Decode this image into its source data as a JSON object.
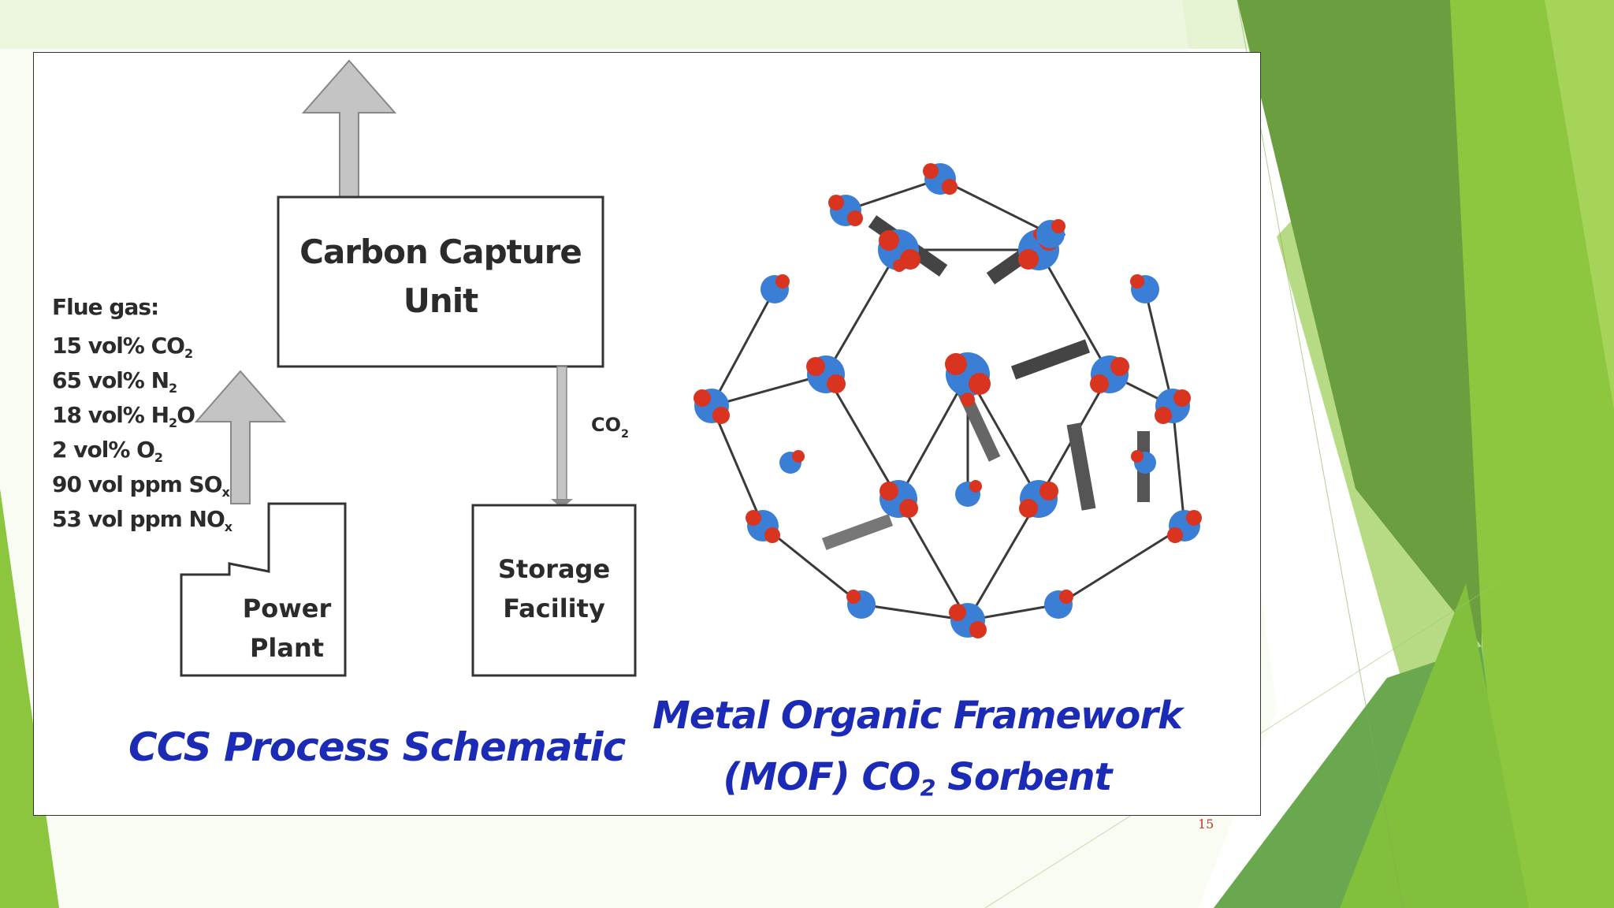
{
  "slide": {
    "page_number": "15",
    "accent_colors": [
      "#6aa84f",
      "#8cc63f",
      "#c5e3a0",
      "#e4f2cf"
    ]
  },
  "schematic": {
    "flue_gas": {
      "heading": "Flue gas:",
      "lines": [
        {
          "main": "15 vol% CO",
          "sub": "2"
        },
        {
          "main": "65 vol% N",
          "sub": "2"
        },
        {
          "main": "18 vol% H",
          "sub": "2",
          "tail": "O"
        },
        {
          "main": "2 vol% O",
          "sub": "2"
        },
        {
          "main": "90 vol ppm SO",
          "sub": "x"
        },
        {
          "main": "53 vol ppm NO",
          "sub": "x"
        }
      ]
    },
    "carbon_capture_line1": "Carbon Capture",
    "carbon_capture_line2": "Unit",
    "power_plant_line1": "Power",
    "power_plant_line2": "Plant",
    "storage_line1": "Storage",
    "storage_line2": "Facility",
    "co2_main": "CO",
    "co2_sub": "2",
    "caption": "CCS Process Schematic",
    "arrow_color": "#c4c4c4"
  },
  "mof": {
    "caption_line1": "Metal Organic Framework",
    "caption_line2_pre": "(MOF) CO",
    "caption_line2_sub": "2",
    "caption_line2_post": " Sorbent",
    "atom_colors": {
      "metal": "#3a7fd5",
      "oxygen": "#d8341f",
      "linker": "#3a3a3a"
    }
  }
}
